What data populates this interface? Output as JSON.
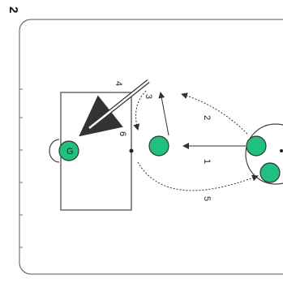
{
  "diagram": {
    "title": "2",
    "labels": {
      "step_1": "1",
      "step_2": "2",
      "step_3": "3",
      "step_4": "4",
      "step_5": "5",
      "step_6": "6",
      "keeper_marker": "G"
    },
    "colors": {
      "player_fill": "#20c080",
      "outline": "#333333",
      "arrow": "#444444"
    }
  }
}
